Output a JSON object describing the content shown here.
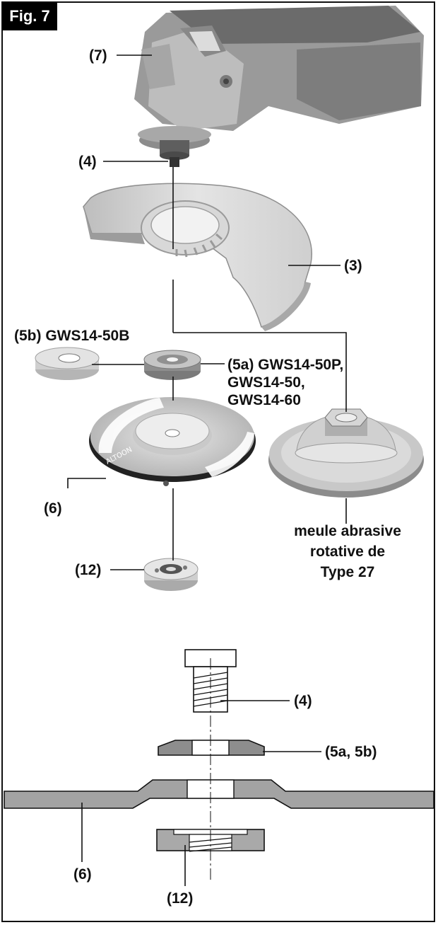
{
  "figure": {
    "tag": "Fig. 7"
  },
  "labels": {
    "l7": "(7)",
    "l4_top": "(4)",
    "l3": "(3)",
    "l5b": "(5b) GWS14-50B",
    "l5a": "(5a) GWS14-50P,\nGWS14-50,\nGWS14-60",
    "l6_top": "(6)",
    "wheel_type27": "meule abrasive\nrotative de\nType 27",
    "l12_top": "(12)",
    "l4_bottom": "(4)",
    "l5ab": "(5a, 5b)",
    "l6_bottom": "(6)",
    "l12_bottom": "(12)"
  },
  "disc_print": "ALTOON"
}
